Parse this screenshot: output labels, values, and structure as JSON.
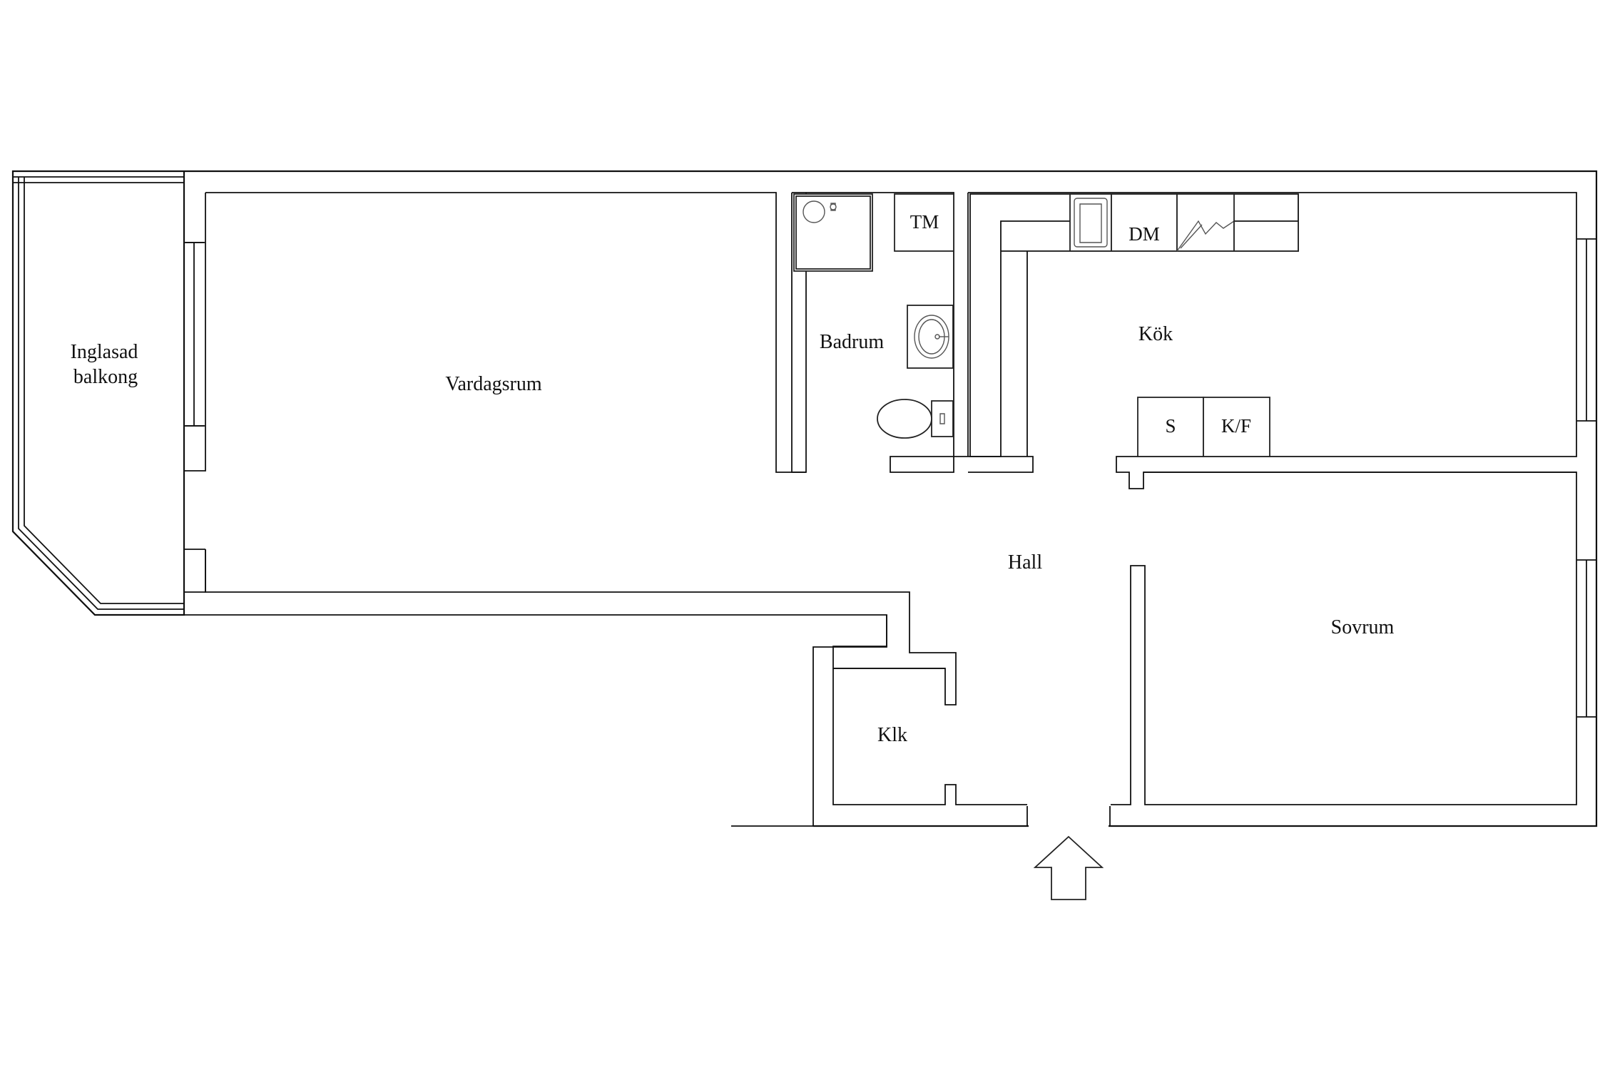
{
  "rooms": {
    "balkong_line1": "Inglasad",
    "balkong_line2": "balkong",
    "vardagsrum": "Vardagsrum",
    "badrum": "Badrum",
    "kok": "Kök",
    "hall": "Hall",
    "sovrum": "Sovrum",
    "klk": "Klk"
  },
  "fixtures": {
    "tm": "TM",
    "dm": "DM",
    "s": "S",
    "kf": "K/F"
  },
  "icons": {
    "entrance": "entrance-arrow-icon",
    "shower": "shower-icon",
    "sink": "sink-icon",
    "toilet": "toilet-icon",
    "kitchen_sink": "kitchen-sink-icon",
    "stove": "stove-icon"
  }
}
